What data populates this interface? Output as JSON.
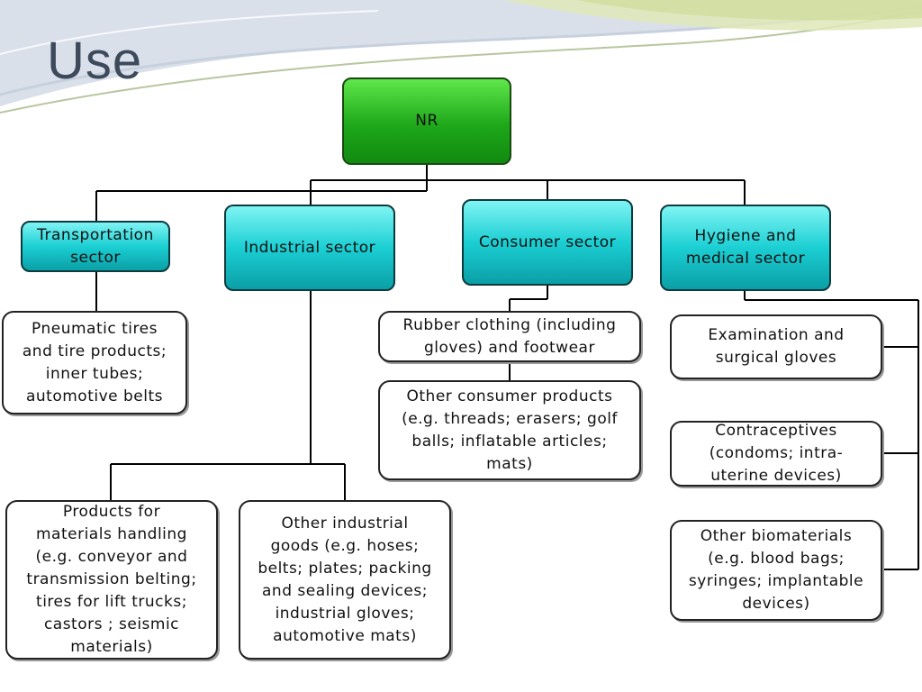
{
  "slide": {
    "title": "Use"
  },
  "diagram": {
    "root": "NR",
    "sectors": {
      "transportation": "Transportation\nsector",
      "industrial": "Industrial sector",
      "consumer": "Consumer sector",
      "hygiene": "Hygiene and\nmedical sector"
    },
    "leaves": {
      "tires": "Pneumatic tires\nand tire products;\ninner tubes;\nautomotive belts",
      "materials_handling": "Products for\nmaterials handling\n(e.g. conveyor and\ntransmission belting;\ntires for lift trucks;\ncastors ; seismic\nmaterials)",
      "other_industrial": "Other industrial\ngoods (e.g. hoses;\nbelts; plates; packing\nand sealing devices;\nindustrial gloves;\nautomotive mats)",
      "rubber_clothing": "Rubber clothing (including\ngloves) and footwear",
      "other_consumer": "Other consumer products\n(e.g. threads; erasers; golf\nballs; inflatable articles;\nmats)",
      "gloves": "Examination and\nsurgical gloves",
      "contraceptives": "Contraceptives\n(condoms; intra-\nuterine devices)",
      "biomaterials": "Other biomaterials\n(e.g. blood bags;\nsyringes; implantable\ndevices)"
    }
  }
}
